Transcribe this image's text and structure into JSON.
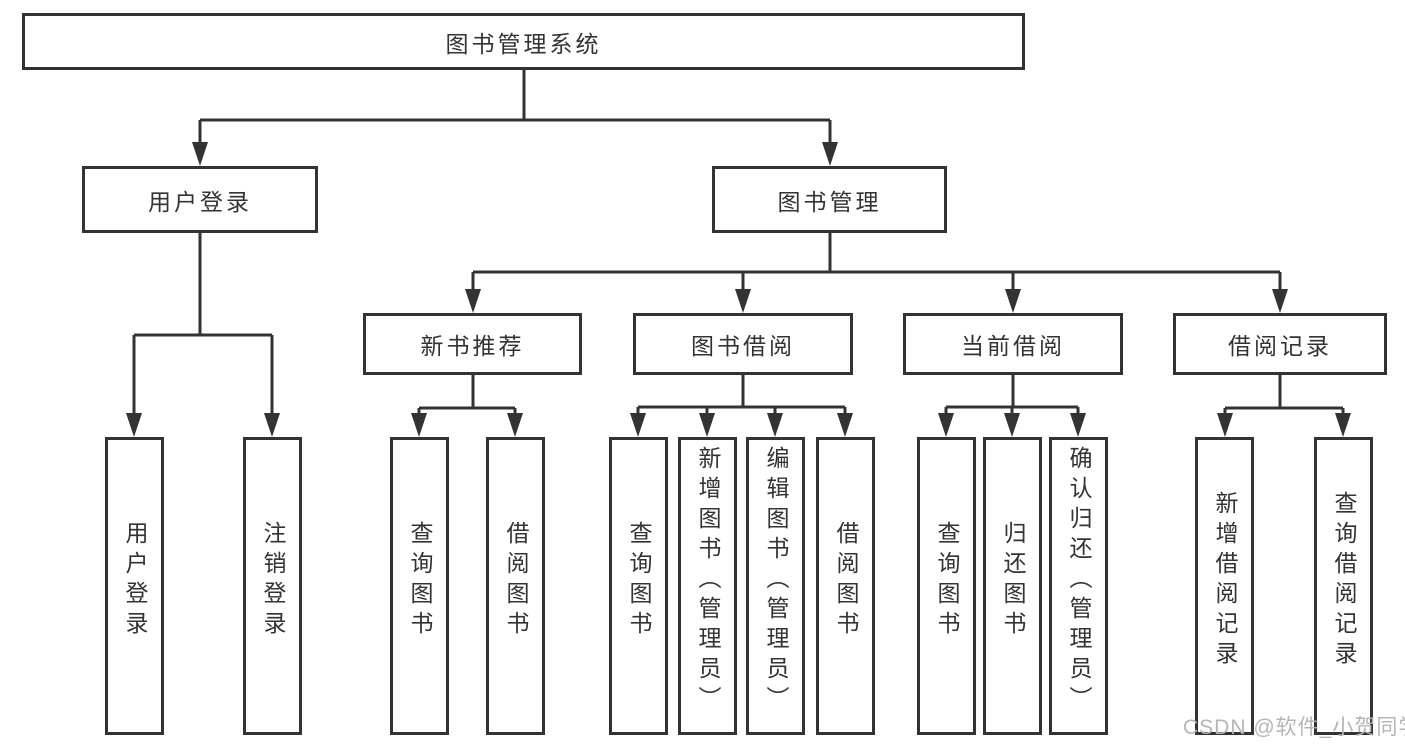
{
  "diagram": {
    "root_label": "图书管理系统",
    "branches": [
      {
        "label": "用户登录",
        "children": [
          {
            "label": "用户登录"
          },
          {
            "label": "注销登录"
          }
        ]
      },
      {
        "label": "图书管理",
        "children": [
          {
            "label": "新书推荐",
            "children": [
              {
                "label": "查询图书"
              },
              {
                "label": "借阅图书"
              }
            ]
          },
          {
            "label": "图书借阅",
            "children": [
              {
                "label": "查询图书"
              },
              {
                "label": "新增图书（管理员）"
              },
              {
                "label": "编辑图书（管理员）"
              },
              {
                "label": "借阅图书"
              }
            ]
          },
          {
            "label": "当前借阅",
            "children": [
              {
                "label": "查询图书"
              },
              {
                "label": "归还图书"
              },
              {
                "label": "确认归还（管理员）"
              }
            ]
          },
          {
            "label": "借阅记录",
            "children": [
              {
                "label": "新增借阅记录"
              },
              {
                "label": "查询借阅记录"
              }
            ]
          }
        ]
      }
    ]
  },
  "watermark": {
    "text": "CSDN @软件_小贺同学"
  },
  "colors": {
    "line": "#333333",
    "text": "#333333",
    "background": "#ffffff",
    "watermark": "#b5b5b5"
  }
}
